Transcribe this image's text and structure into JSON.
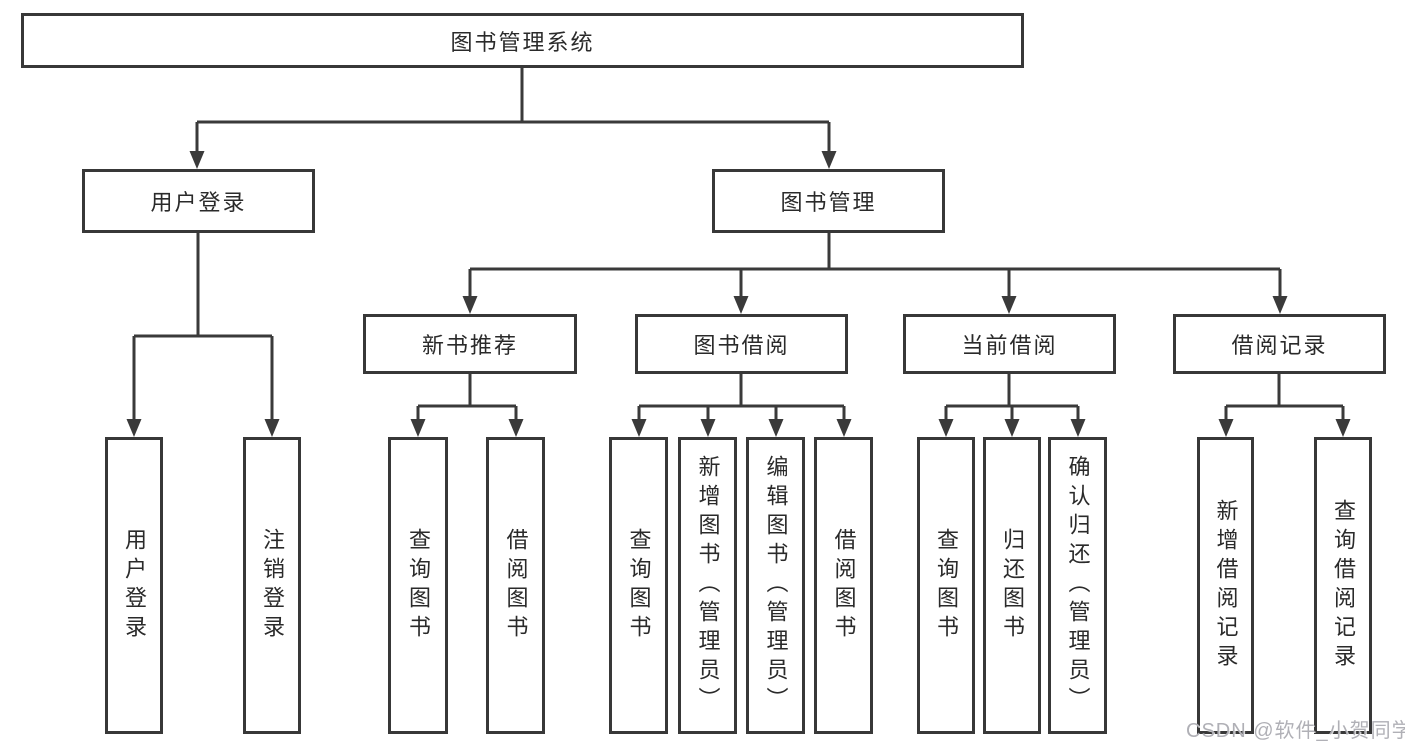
{
  "root": {
    "label": "图书管理系统"
  },
  "level2": {
    "user_login": {
      "label": "用户登录"
    },
    "book_management": {
      "label": "图书管理"
    }
  },
  "level3": {
    "new_book_recommend": {
      "label": "新书推荐"
    },
    "book_borrow": {
      "label": "图书借阅"
    },
    "current_borrow": {
      "label": "当前借阅"
    },
    "borrow_records": {
      "label": "借阅记录"
    }
  },
  "leaves": {
    "user_login": "用户登录",
    "logout": "注销登录",
    "recommend_search": "查询图书",
    "recommend_borrow": "借阅图书",
    "borrow_search": "查询图书",
    "borrow_add_admin": "新增图书（管理员）",
    "borrow_edit_admin": "编辑图书（管理员）",
    "borrow_borrow": "借阅图书",
    "current_search": "查询图书",
    "current_return": "归还图书",
    "current_confirm_admin": "确认归还（管理员）",
    "records_add": "新增借阅记录",
    "records_search": "查询借阅记录"
  },
  "watermark": {
    "text": "CSDN @软件_小贺同学"
  },
  "colors": {
    "line": "#3a3a3a",
    "border": "#383838",
    "text": "#2a2a2a",
    "watermark": "#acacb2",
    "background": "#ffffff"
  }
}
